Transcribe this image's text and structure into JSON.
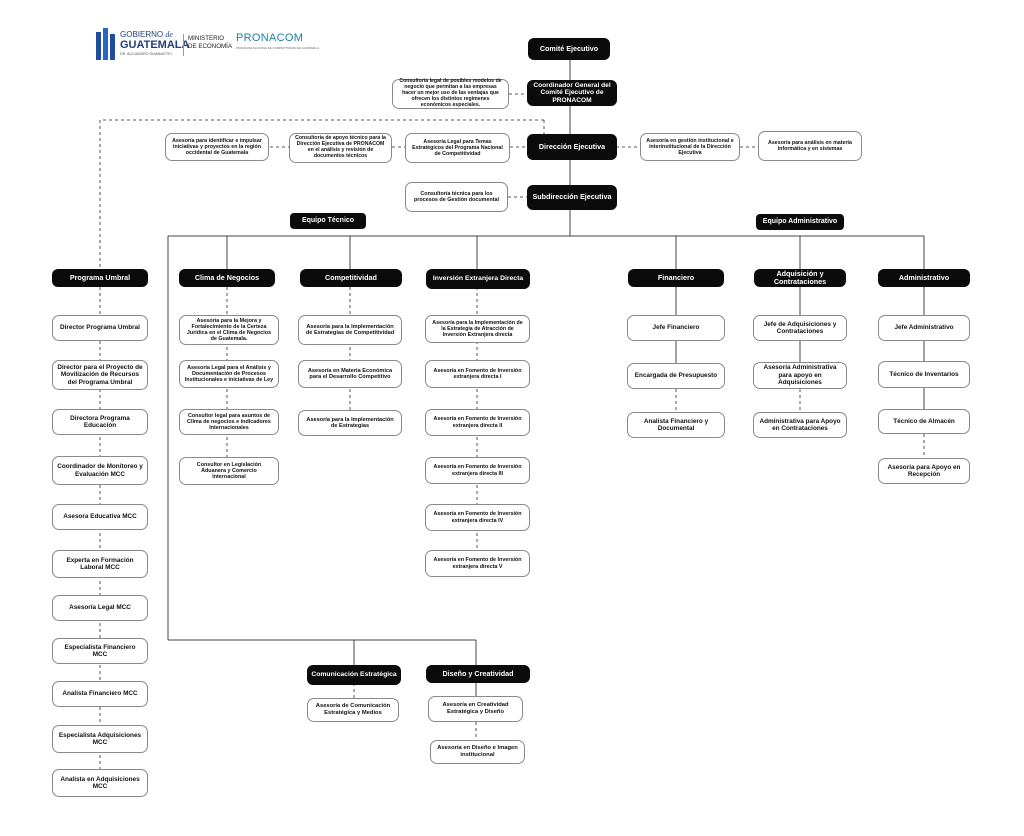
{
  "logos": {
    "gobierno_line1": "GOBIERNO",
    "gobierno_de": "de",
    "gobierno_line2": "GUATEMALA",
    "gobierno_tagline": "DR. ALEJANDRO GIAMMATTEI",
    "ministerio_line1": "MINISTERIO",
    "ministerio_line2": "DE ECONOMÍA",
    "pronacom": "PRONACOM",
    "pronacom_tagline": "PROGRAMA NACIONAL DE COMPETITIVIDAD DE GUATEMALA"
  },
  "colors": {
    "box_dark": "#0b0b0b",
    "box_border": "#8a8a8a",
    "logo_blue": "#1f4e9e",
    "logo_green": "#2e9a55",
    "pronacom_teal": "#1b7fa6"
  },
  "top": {
    "comite": "Comité Ejecutivo",
    "coordinador": "Coordinador General del Comité Ejecutivo de PRONACOM",
    "consultoria_legal": "Consultoría legal de posibles modelos de negocio que permitan a las empresas hacer un mejor uso de las ventajas que ofrecen los distintos regímenes económicos especiales.",
    "direccion": "Dirección Ejecutiva",
    "asesoria_occidental": "Asesoría para identificar e impulsar iniciativas y proyectos en la región occidental de Guatemala",
    "consultoria_apoyo": "Consultoría de apoyo técnico para la Dirección Ejecutiva de PRONACOM en el análisis y revisión de documentos técnicos",
    "asesoria_legal_temas": "Asesoría Legal para Temas Estratégicos del Programa Nacional de Competitividad",
    "asesoria_gestion": "Asesoría en gestión institucional e interinstitucional de la Dirección Ejecutiva",
    "asesoria_informatica": "Asesoría para análisis en materia informática y en sistemas",
    "subdireccion": "Subdirección Ejecutiva",
    "consultoria_gestion_doc": "Consultoría técnica para los procesos de Gestión documental"
  },
  "labels": {
    "equipo_tecnico": "Equipo Técnico",
    "equipo_administrativo": "Equipo Administrativo"
  },
  "umbral": {
    "header": "Programa Umbral",
    "items": [
      "Director Programa Umbral",
      "Director para el Proyecto de Movilización de Recursos del Programa Umbral",
      "Directora Programa Educación",
      "Coordinador de Monitoreo y Evaluación MCC",
      "Asesora Educativa MCC",
      "Experta en Formación Laboral MCC",
      "Asesoría Legal MCC",
      "Especialista Financiero MCC",
      "Analista Financiero MCC",
      "Especialista Adquisiciones MCC",
      "Analista en Adquisiciones MCC"
    ]
  },
  "clima": {
    "header": "Clima de Negocios",
    "items": [
      "Asesoría para la Mejora y Fortalecimiento de la Certeza Jurídica en el Clima de Negocios de Guatemala.",
      "Asesoría Legal para el Análisis y Documentación de Procesos Institucionales e iniciativas de Ley",
      "Consultor legal para asuntos de Clima de negocios e indicadores Internacionales",
      "Consultor en Legislación Aduanera y Comercio Internacional"
    ]
  },
  "competitividad": {
    "header": "Competitividad",
    "items": [
      "Asesoría para la Implementación de Estrategias de Competitividad",
      "Asesoría en Materia Económica para el Desarrollo Competitivo",
      "Asesoría para la Implementación de Estrategias"
    ]
  },
  "inversion": {
    "header": "Inversión Extranjera Directa",
    "items": [
      "Asesoría para la Implementación de la Estrategia de Atracción de Inversión Extranjera directa",
      "Asesoría en Fomento de Inversión extranjera directa I",
      "Asesoría en Fomento de Inversión extranjera directa II",
      "Asesoría en Fomento de Inversión extranjera directa III",
      "Asesoría en Fomento de Inversión extranjera directa IV",
      "Asesoría en Fomento de Inversión extranjera directa V"
    ]
  },
  "financiero": {
    "header": "Financiero",
    "items": [
      "Jefe Financiero",
      "Encargada de Presupuesto",
      "Analista Financiero y Documental"
    ]
  },
  "adquisicion": {
    "header": "Adquisición y Contrataciones",
    "items": [
      "Jefe de Adquisiciones y Contrataciones",
      "Asesoría Administrativa para apoyo en Adquisiciones",
      "Administrativa para Apoyo en Contrataciones"
    ]
  },
  "administrativo": {
    "header": "Administrativo",
    "items": [
      "Jefe Administrativo",
      "Técnico de Inventarios",
      "Técnico de Almacén",
      "Asesoría para Apoyo en Recepción"
    ]
  },
  "comunicacion": {
    "header": "Comunicación Estratégica",
    "items": [
      "Asesoría de Comunicación Estratégica y Medios"
    ]
  },
  "diseno": {
    "header": "Diseño y Creatividad",
    "items": [
      "Asesoría en Creatividad Estratégica y Diseño",
      "Asesoría en Diseño e Imagen institucional"
    ]
  }
}
